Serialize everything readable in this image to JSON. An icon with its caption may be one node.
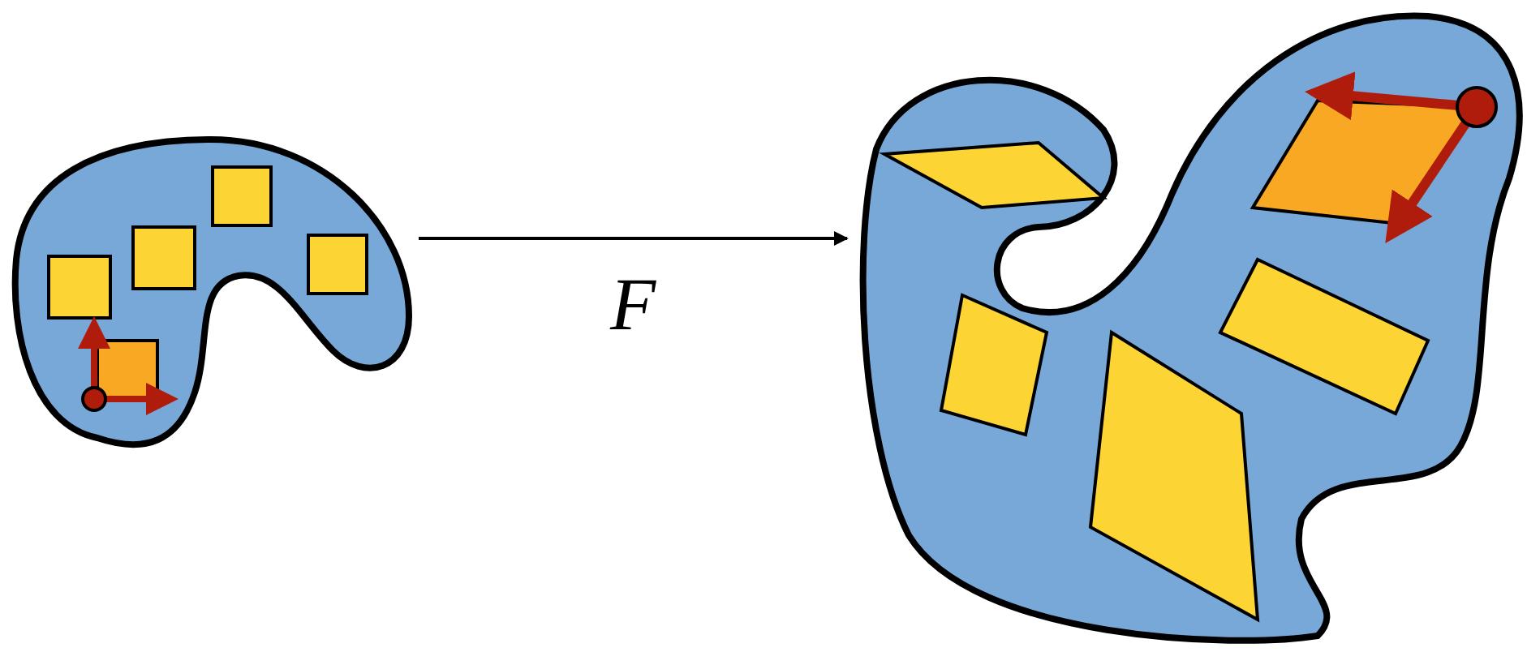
{
  "diagram": {
    "nodes": [
      {
        "text": [],
        "shape": "picture"
      },
      {
        "text": [],
        "shape": "picture"
      }
    ],
    "edges": [
      {
        "from": 0,
        "to": 1,
        "arrow": "to",
        "label": "F"
      }
    ]
  }
}
